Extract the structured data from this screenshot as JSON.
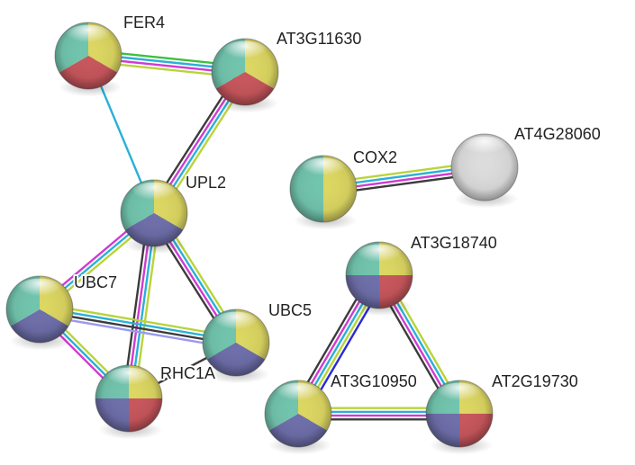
{
  "colors": {
    "yellow": "#dcd661",
    "red": "#c7565c",
    "teal": "#71c4ad",
    "blue": "#6e6eaa",
    "gray": "#dcdcdc",
    "edge_green": "#3cc03c",
    "edge_cyan": "#2ab0d8",
    "edge_magenta": "#d23ad2",
    "edge_lime": "#b8d43a",
    "edge_dark": "#3c3c3c",
    "edge_blue": "#2a2ad8",
    "edge_lavender": "#9a9af0"
  },
  "nodes": [
    {
      "id": "FER4",
      "label": "FER4",
      "segments": [
        "yellow",
        "red",
        "teal"
      ]
    },
    {
      "id": "AT3G11630",
      "label": "AT3G11630",
      "segments": [
        "yellow",
        "red",
        "teal"
      ]
    },
    {
      "id": "UPL2",
      "label": "UPL2",
      "segments": [
        "yellow",
        "blue",
        "teal"
      ]
    },
    {
      "id": "COX2",
      "label": "COX2",
      "segments": [
        "yellow",
        "teal"
      ]
    },
    {
      "id": "AT4G28060",
      "label": "AT4G28060",
      "segments": [
        "gray"
      ]
    },
    {
      "id": "UBC7",
      "label": "UBC7",
      "segments": [
        "yellow",
        "blue",
        "teal"
      ]
    },
    {
      "id": "UBC5",
      "label": "UBC5",
      "segments": [
        "yellow",
        "blue",
        "teal"
      ]
    },
    {
      "id": "RHC1A",
      "label": "RHC1A",
      "segments": [
        "yellow",
        "red",
        "blue",
        "teal"
      ]
    },
    {
      "id": "AT3G18740",
      "label": "AT3G18740",
      "segments": [
        "yellow",
        "red",
        "blue",
        "teal"
      ]
    },
    {
      "id": "AT3G10950",
      "label": "AT3G10950",
      "segments": [
        "yellow",
        "blue",
        "teal"
      ]
    },
    {
      "id": "AT2G19730",
      "label": "AT2G19730",
      "segments": [
        "yellow",
        "red",
        "blue",
        "teal"
      ]
    }
  ],
  "edges": [
    {
      "source": "FER4",
      "target": "AT3G11630",
      "colors": [
        "edge_green",
        "edge_cyan",
        "edge_magenta",
        "edge_lime"
      ]
    },
    {
      "source": "FER4",
      "target": "UPL2",
      "colors": [
        "edge_cyan"
      ]
    },
    {
      "source": "AT3G11630",
      "target": "UPL2",
      "colors": [
        "edge_lime",
        "edge_cyan",
        "edge_magenta",
        "edge_dark"
      ]
    },
    {
      "source": "COX2",
      "target": "AT4G28060",
      "colors": [
        "edge_lime",
        "edge_cyan",
        "edge_magenta",
        "edge_dark"
      ]
    },
    {
      "source": "UPL2",
      "target": "UBC7",
      "colors": [
        "edge_lime",
        "edge_cyan",
        "edge_magenta"
      ]
    },
    {
      "source": "UPL2",
      "target": "UBC5",
      "colors": [
        "edge_lime",
        "edge_cyan",
        "edge_magenta",
        "edge_dark"
      ]
    },
    {
      "source": "UPL2",
      "target": "RHC1A",
      "colors": [
        "edge_lime",
        "edge_cyan",
        "edge_magenta",
        "edge_dark"
      ]
    },
    {
      "source": "UBC7",
      "target": "UBC5",
      "colors": [
        "edge_lime",
        "edge_cyan",
        "edge_dark",
        "edge_lavender"
      ]
    },
    {
      "source": "UBC7",
      "target": "RHC1A",
      "colors": [
        "edge_lime",
        "edge_cyan",
        "edge_magenta"
      ]
    },
    {
      "source": "UBC5",
      "target": "RHC1A",
      "colors": [
        "edge_dark"
      ]
    },
    {
      "source": "AT3G18740",
      "target": "AT3G10950",
      "colors": [
        "edge_blue",
        "edge_lime",
        "edge_cyan",
        "edge_magenta",
        "edge_dark"
      ]
    },
    {
      "source": "AT3G18740",
      "target": "AT2G19730",
      "colors": [
        "edge_lime",
        "edge_cyan",
        "edge_magenta",
        "edge_dark"
      ]
    },
    {
      "source": "AT3G10950",
      "target": "AT2G19730",
      "colors": [
        "edge_lime",
        "edge_cyan",
        "edge_magenta",
        "edge_dark"
      ]
    }
  ]
}
